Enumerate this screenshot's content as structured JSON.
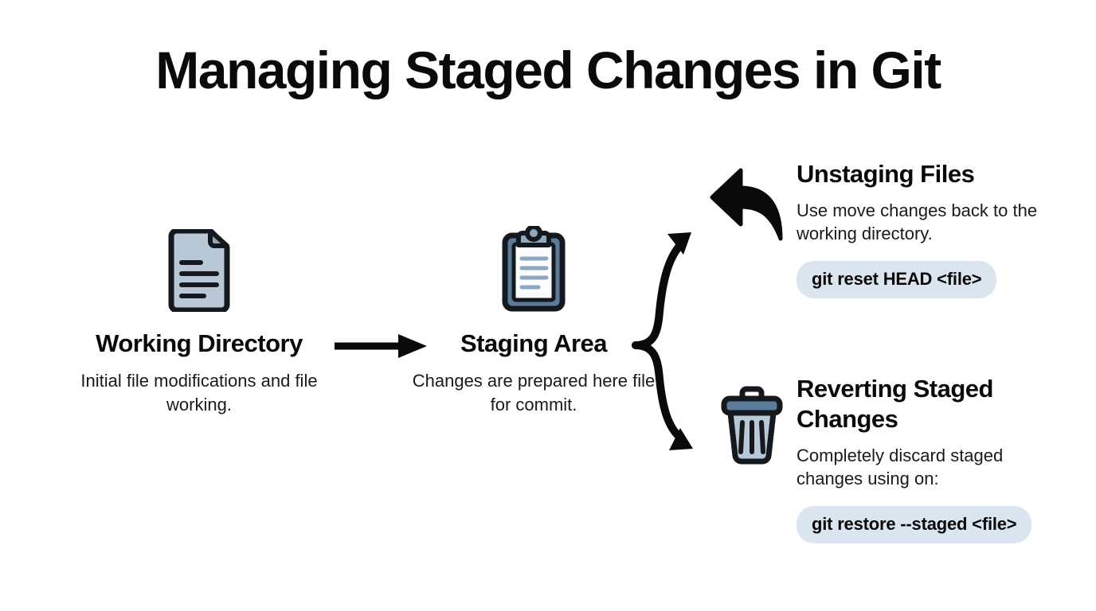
{
  "title": "Managing Staged Changes in Git",
  "stages": [
    {
      "id": "working-directory",
      "icon": "document-icon",
      "title": "Working Directory",
      "description": "Initial file modifications and file working."
    },
    {
      "id": "staging-area",
      "icon": "clipboard-icon",
      "title": "Staging Area",
      "description": "Changes are prepared here file for commit."
    }
  ],
  "flow": {
    "main_arrow": "right-arrow-icon",
    "fork_arrow": "fork-arrow-icon"
  },
  "branches": [
    {
      "id": "unstaging-files",
      "icon": "undo-arrow-icon",
      "title": "Unstaging Files",
      "description": "Use move changes back to the working directory.",
      "command": "git reset HEAD <file>"
    },
    {
      "id": "reverting-staged-changes",
      "icon": "trash-icon",
      "title": "Reverting Staged Changes",
      "description": "Completely discard staged changes using on:",
      "command": "git restore --staged <file>"
    }
  ],
  "colors": {
    "background": "#ffffff",
    "text": "#0a0a0a",
    "icon_outline": "#15181c",
    "icon_fill_light": "#b9c8d6",
    "icon_fill_mid": "#8fa8bf",
    "icon_fill_dark": "#5b7b9a",
    "icon_paper": "#fbfcfd",
    "code_pill_bg": "#dbe5f0"
  }
}
